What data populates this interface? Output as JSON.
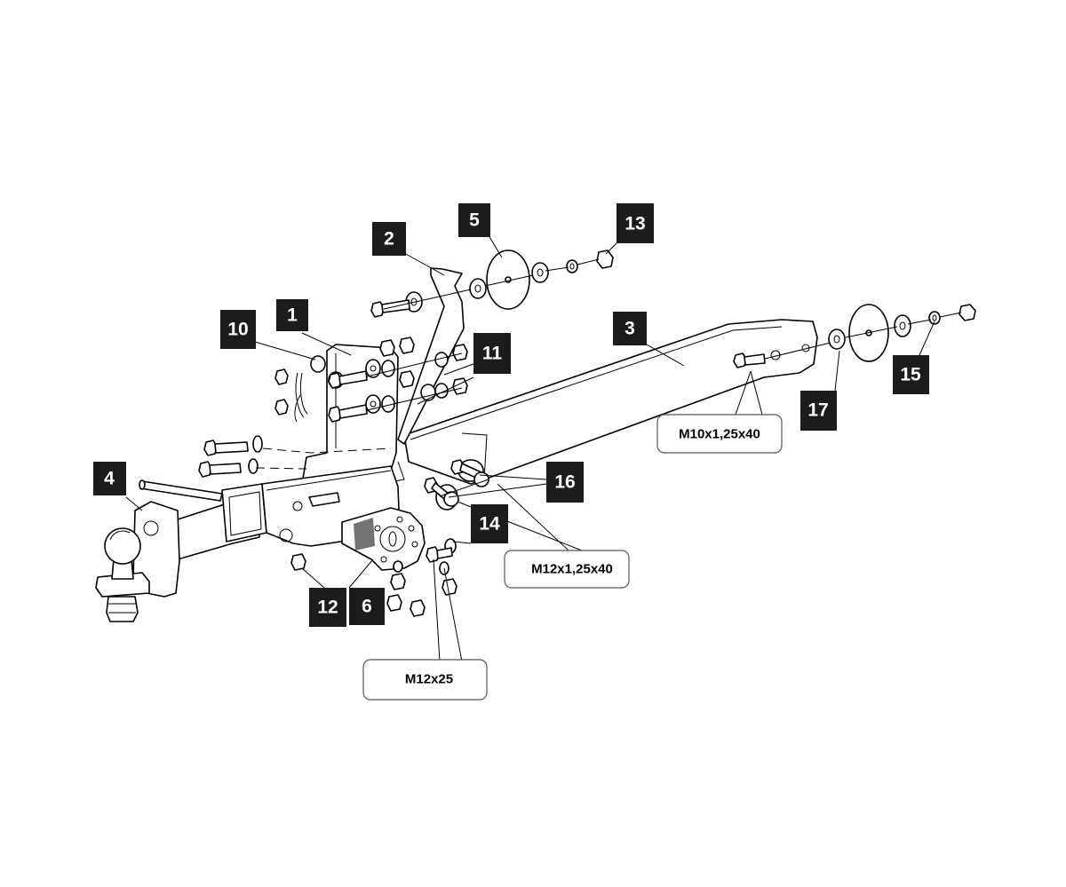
{
  "callouts": {
    "c1": "1",
    "c2": "2",
    "c3": "3",
    "c4": "4",
    "c5": "5",
    "c6": "6",
    "c10": "10",
    "c11": "11",
    "c12": "12",
    "c13": "13",
    "c14": "14",
    "c15": "15",
    "c16": "16",
    "c17": "17"
  },
  "specs": {
    "m10": "M10x1,25x40",
    "m12fine": "M12x1,25x40",
    "m12": "M12x25"
  },
  "colors": {
    "callout_fill": "#1c1c1c",
    "callout_text": "#ffffff",
    "line": "#000000",
    "background": "#ffffff"
  }
}
